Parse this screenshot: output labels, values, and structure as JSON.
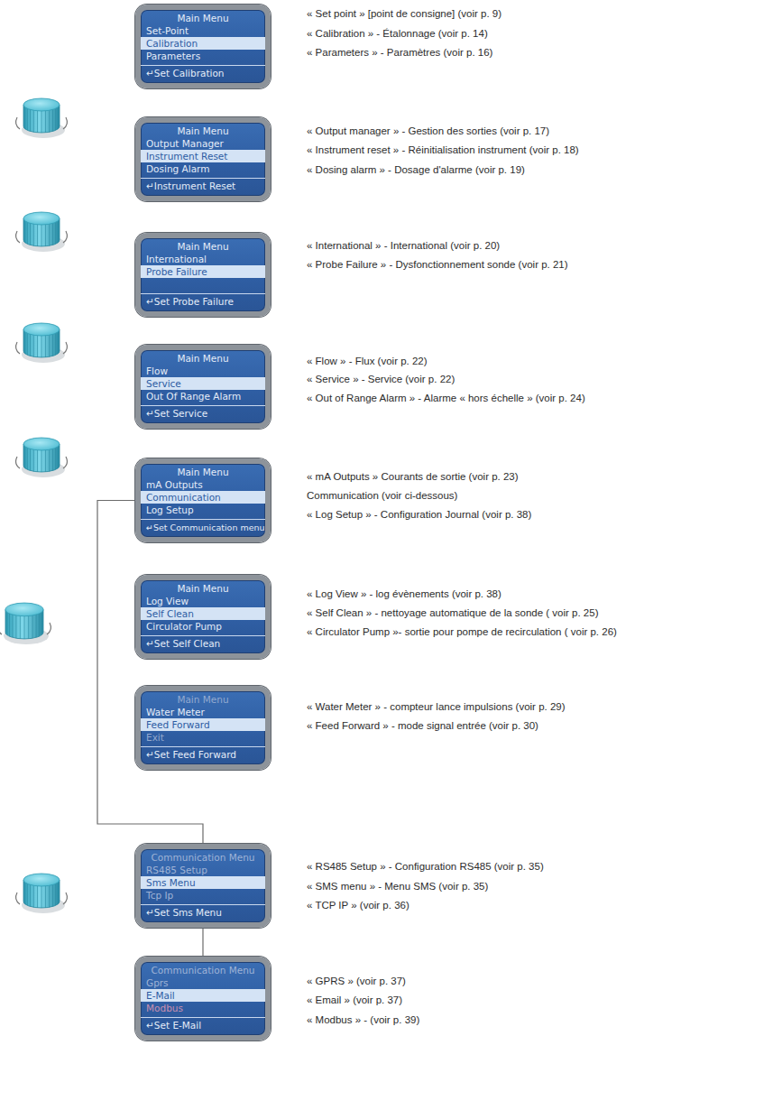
{
  "diagram": {
    "nodes": [
      {
        "text": [
          "Main Menu",
          "Set-Point",
          "Calibration",
          "Parameters",
          "↵Set Calibration"
        ]
      },
      {
        "text": [
          "Main Menu",
          "Output Manager",
          "Instrument Reset",
          "Dosing Alarm",
          "↵Instrument Reset"
        ]
      },
      {
        "text": [
          "Main Menu",
          "International",
          "Probe Failure",
          "↵Set Probe Failure"
        ]
      },
      {
        "text": [
          "Main Menu",
          "Flow",
          "Service",
          "Out Of Range Alarm",
          "↵Set Service"
        ]
      },
      {
        "text": [
          "Main Menu",
          "mA Outputs",
          "Communication",
          "Log Setup",
          "↵Set Communication menu"
        ]
      },
      {
        "text": [
          "Main Menu",
          "Log View",
          "Self Clean",
          "Circulator Pump",
          "↵Set Self Clean"
        ]
      },
      {
        "text": [
          "Main Menu",
          "Water Meter",
          "Feed Forward",
          "Exit",
          "↵Set Feed Forward"
        ]
      },
      {
        "text": [
          "Communication Menu",
          "RS485 Setup",
          "Sms Menu",
          "Tcp Ip",
          "↵Set Sms Menu"
        ]
      },
      {
        "text": [
          "Communication Menu",
          "Gprs",
          "E-Mail",
          "Modbus",
          "↵Set E-Mail"
        ]
      }
    ],
    "edges": [
      {
        "from": 4,
        "to": 7,
        "arrow": "none"
      },
      {
        "from": 7,
        "to": 8,
        "arrow": "none"
      }
    ],
    "labels": [
      "« Set point » [point de consigne] (voir p. 9)",
      "« Calibration » - Étalonnage (voir p. 14)",
      "« Parameters » - Paramètres (voir p. 16)",
      "« Output manager » - Gestion des sorties (voir p. 17)",
      "« Instrument reset » - Réinitialisation instrument (voir p. 18)",
      "« Dosing alarm » - Dosage d'alarme (voir p. 19)",
      "« International » - International (voir p. 20)",
      "« Probe Failure » - Dysfonctionnement sonde (voir p. 21)",
      "« Flow » - Flux (voir p. 22)",
      "« Service » - Service (voir p. 22)",
      "« Out of Range Alarm » - Alarme « hors échelle » (voir p. 24)",
      "« mA Outputs » Courants de sortie (voir p. 23)",
      "Communication (voir ci-dessous)",
      "« Log Setup » - Configuration Journal (voir p. 38)",
      "« Log View » - log évènements (voir p. 38)",
      "« Self Clean » - nettoyage automatique de la sonde ( voir p. 25)",
      "« Circulator Pump »- sortie pour pompe de recirculation ( voir p. 26)",
      "« Water Meter » - compteur lance impulsions (voir p. 29)",
      "« Feed Forward » - mode signal entrée (voir p. 30)",
      "« RS485 Setup » - Configuration RS485 (voir p. 35)",
      "« SMS menu » - Menu SMS (voir p. 35)",
      "« TCP IP » (voir p. 36)",
      "« GPRS » (voir p. 37)",
      "« Email » (voir p. 37)",
      "« Modbus » - (voir p. 39)"
    ]
  }
}
